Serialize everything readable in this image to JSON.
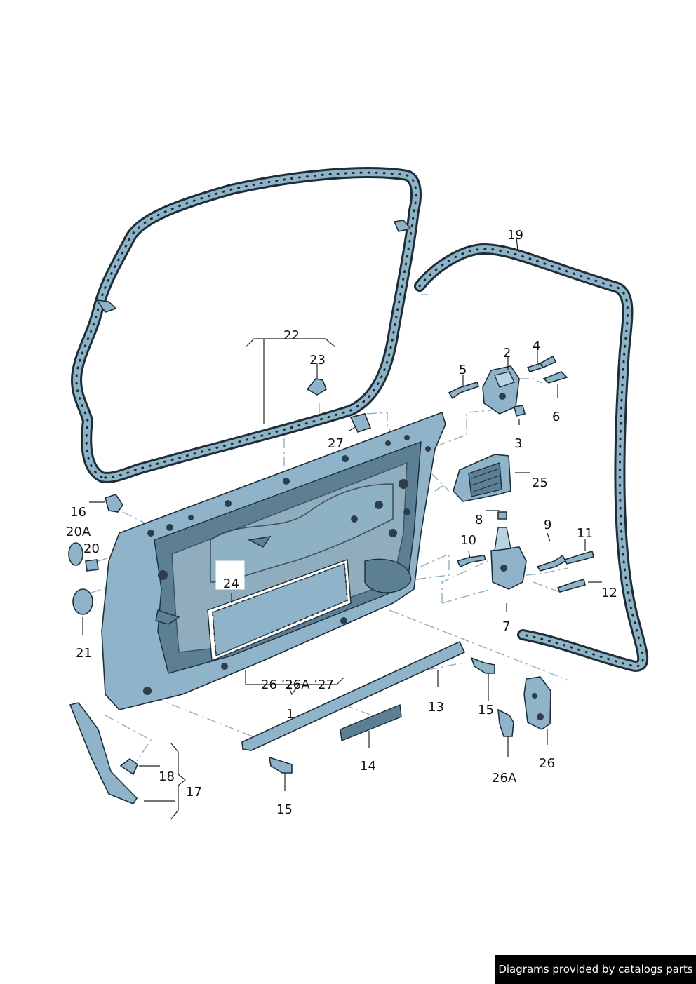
{
  "labels": {
    "l1": "1",
    "l2": "2",
    "l3": "3",
    "l4": "4",
    "l5": "5",
    "l6": "6",
    "l7": "7",
    "l8": "8",
    "l9": "9",
    "l10": "10",
    "l11": "11",
    "l12": "12",
    "l13": "13",
    "l14": "14",
    "l15a": "15",
    "l15b": "15",
    "l16": "16",
    "l17": "17",
    "l18": "18",
    "l19": "19",
    "l20": "20",
    "l20a": "20A",
    "l21": "21",
    "l22": "22",
    "l23": "23",
    "l24": "24",
    "l25": "25",
    "l26": "26",
    "l26a": "26A",
    "l26group": "26 ’26A  ’27",
    "l27": "27"
  },
  "footer": {
    "text": "Diagrams provided by catalogs parts"
  },
  "colors": {
    "part_fill": "#8fb3c8",
    "part_outline": "#1e2e38",
    "leader_dash": "#8fb0c2",
    "footer_bg": "#000000"
  }
}
